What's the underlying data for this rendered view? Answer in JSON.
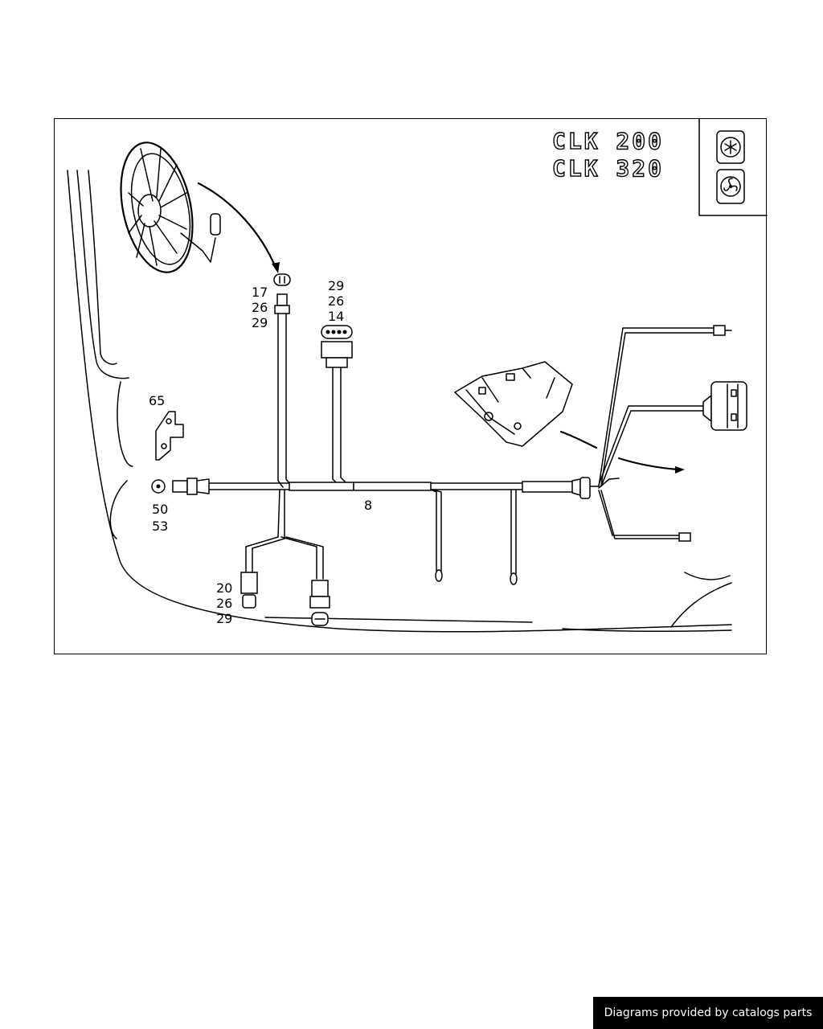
{
  "diagram": {
    "models": [
      "CLK 200",
      "CLK 320"
    ],
    "icons": [
      {
        "name": "snowflake-icon",
        "meaning": "air conditioning"
      },
      {
        "name": "fan-icon",
        "meaning": "cooling fan"
      }
    ],
    "callouts": {
      "fan_connector": [
        "17",
        "26",
        "29"
      ],
      "multi_connector": [
        "29",
        "26",
        "14"
      ],
      "bracket": [
        "65"
      ],
      "grommet": [
        "50",
        "53"
      ],
      "harness": [
        "8"
      ],
      "lower_connector": [
        "20",
        "26",
        "29"
      ]
    }
  },
  "footer": {
    "text": "Diagrams provided by catalogs parts"
  }
}
